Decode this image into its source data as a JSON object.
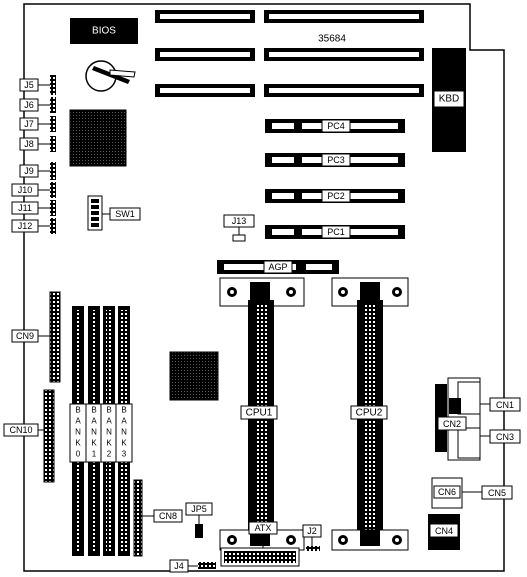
{
  "board_id": "35684",
  "chips": {
    "bios": "BIOS",
    "kbd": "KBD"
  },
  "pci_slots": [
    "PC4",
    "PC3",
    "PC2",
    "PC1"
  ],
  "agp": "AGP",
  "cpus": [
    "CPU1",
    "CPU2"
  ],
  "memory_banks": [
    [
      "B",
      "A",
      "N",
      "K",
      "0"
    ],
    [
      "B",
      "A",
      "N",
      "K",
      "1"
    ],
    [
      "B",
      "A",
      "N",
      "K",
      "2"
    ],
    [
      "B",
      "A",
      "N",
      "K",
      "3"
    ]
  ],
  "jumpers_left": [
    "J5",
    "J6",
    "J7",
    "J8",
    "J9",
    "J10",
    "J11",
    "J12"
  ],
  "labels": {
    "sw1": "SW1",
    "j13": "J13",
    "jp5": "JP5",
    "j4": "J4",
    "j2": "J2",
    "atx": "ATX",
    "cn1": "CN1",
    "cn2": "CN2",
    "cn3": "CN3",
    "cn4": "CN4",
    "cn5": "CN5",
    "cn6": "CN6",
    "cn8": "CN8",
    "cn9": "CN9",
    "cn10": "CN10"
  }
}
